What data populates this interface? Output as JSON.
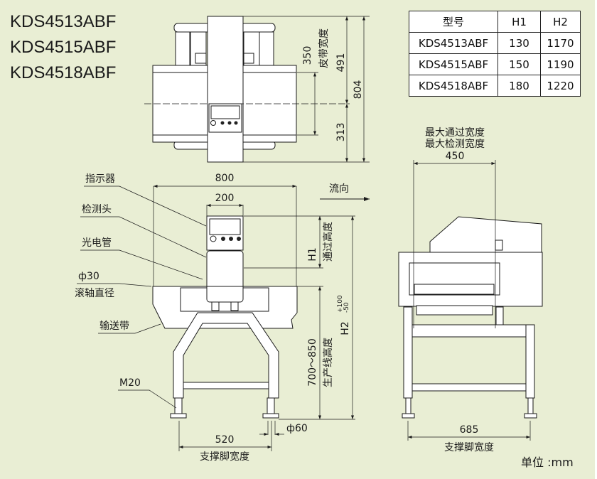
{
  "models": [
    "KDS4513ABF",
    "KDS4515ABF",
    "KDS4518ABF"
  ],
  "spec_table": {
    "headers": [
      "型号",
      "H1",
      "H2"
    ],
    "rows": [
      [
        "KDS4513ABF",
        "130",
        "1170"
      ],
      [
        "KDS4515ABF",
        "150",
        "1190"
      ],
      [
        "KDS4518ABF",
        "180",
        "1220"
      ]
    ]
  },
  "top_view": {
    "belt_width_value": "350",
    "belt_width_label": "皮带宽度",
    "dim_491": "491",
    "dim_804": "804",
    "dim_313": "313"
  },
  "front_view": {
    "dim_800": "800",
    "dim_200": "200",
    "flow_label": "流向",
    "callouts": {
      "indicator": "指示器",
      "detector_head": "检测头",
      "photo_tube": "光电管",
      "roller_diameter_value": "ф30",
      "roller_diameter_label": "滚轴直径",
      "conveyor_belt": "输送带",
      "m20": "M20"
    },
    "h1": "H1",
    "pass_height_label": "通过高度",
    "line_height_value": "700～850",
    "line_height_label": "生产线高度",
    "h2": "H2",
    "h2_tol_plus": "+100",
    "h2_tol_minus": "-50",
    "foot_diameter": "ф60",
    "foot_span": "520",
    "foot_span_label": "支撑脚宽度"
  },
  "side_view": {
    "max_pass_width_label": "最大通过宽度",
    "max_detect_width_label": "最大检测宽度",
    "dim_450": "450",
    "foot_span": "685",
    "foot_span_label": "支撑脚宽度"
  },
  "unit_label": "单位 :mm"
}
